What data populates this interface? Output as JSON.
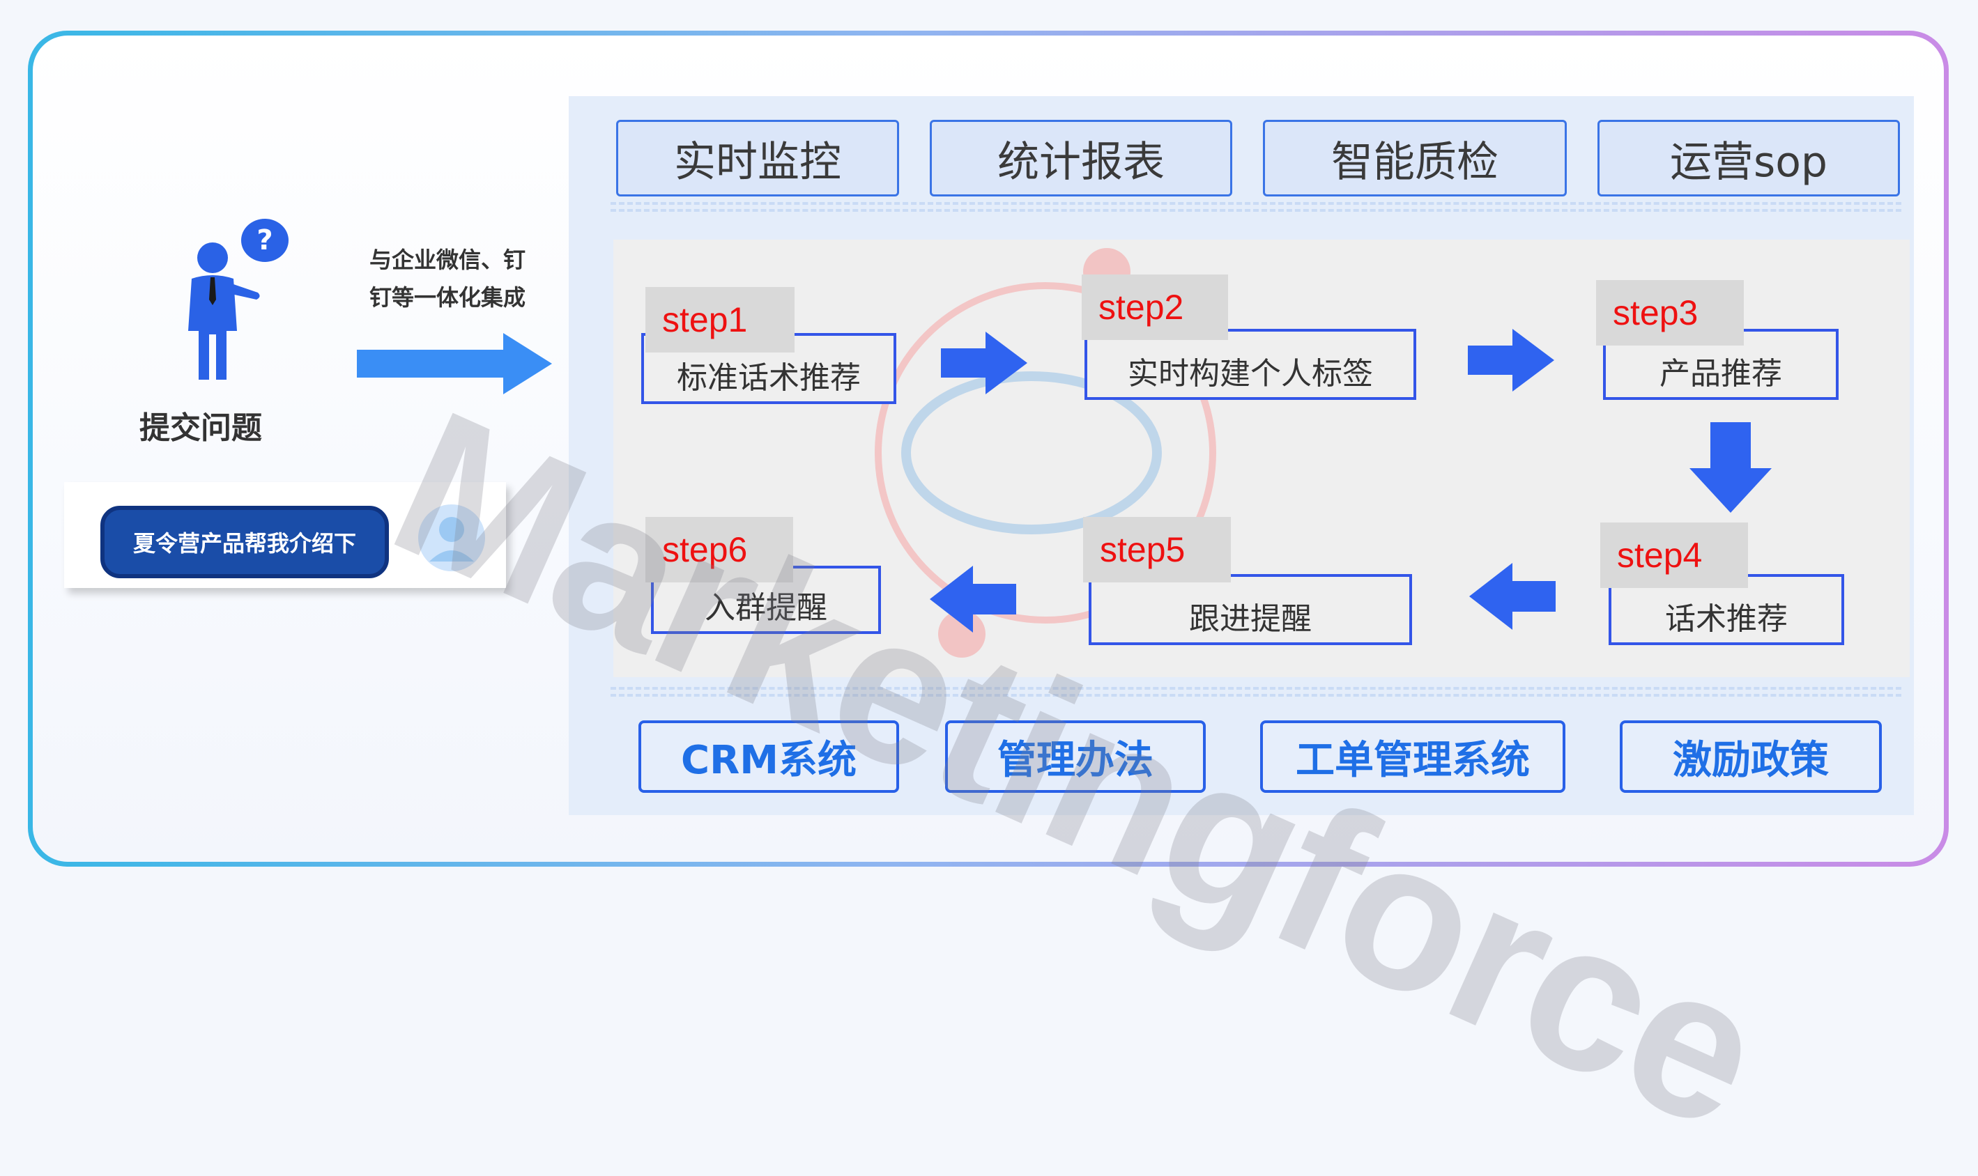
{
  "user": {
    "label": "提交问题",
    "question_mark": "?"
  },
  "integration": {
    "line1": "与企业微信、钉",
    "line2": "钉等一体化集成"
  },
  "chat": {
    "message": "夏令营产品帮我介绍下"
  },
  "top_modules": [
    "实时监控",
    "统计报表",
    "智能质检",
    "运营sop"
  ],
  "steps": [
    {
      "tag": "step1",
      "text": "标准话术推荐"
    },
    {
      "tag": "step2",
      "text": "实时构建个人标签"
    },
    {
      "tag": "step3",
      "text": "产品推荐"
    },
    {
      "tag": "step4",
      "text": "话术推荐"
    },
    {
      "tag": "step5",
      "text": "跟进提醒"
    },
    {
      "tag": "step6",
      "text": "入群提醒"
    }
  ],
  "bottom_modules": [
    "CRM系统",
    "管理办法",
    "工单管理系统",
    "激励政策"
  ],
  "watermark": "Marketingforce",
  "colors": {
    "accent_blue": "#3355e8",
    "step_red": "#ee1111",
    "arrow_blue": "#3a8ef5"
  }
}
